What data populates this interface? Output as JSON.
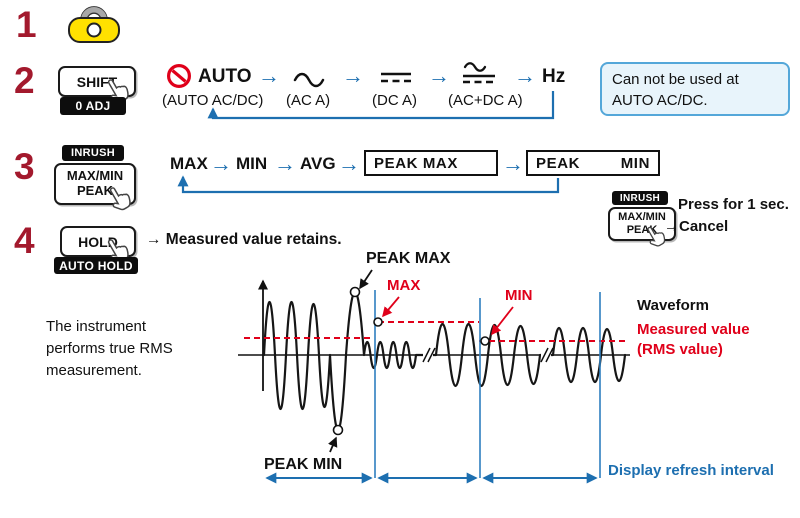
{
  "colors": {
    "step_number": "#a3192d",
    "accent_blue": "#1d6fb0",
    "accent_red": "#e0001a",
    "note_box_bg": "#e8f4fb",
    "note_box_border": "#54a7d9"
  },
  "symbols": {
    "arrow": "→"
  },
  "icons": [
    "clamp-sensor-icon",
    "prohibited-icon",
    "ac-wave-icon",
    "dc-lines-icon",
    "ac-dc-lines-icon",
    "hand-pointer-icon"
  ],
  "steps": {
    "s1": {
      "num": "1"
    },
    "s2": {
      "num": "2",
      "shift_button": "SHIFT",
      "zero_adj_badge": "0 ADJ",
      "auto_label": "AUTO",
      "hz_label": "Hz",
      "mode_labels": [
        "(AUTO AC/DC)",
        "(AC A)",
        "(DC A)",
        "(AC+DC A)"
      ],
      "note_box": "Can not be used at\nAUTO AC/DC."
    },
    "s3": {
      "num": "3",
      "inrush_badge": "INRUSH",
      "button_label": "MAX/MIN\nPEAK",
      "seq_labels": [
        "MAX",
        "MIN",
        "AVG"
      ],
      "peak_max_box": "PEAK MAX",
      "peak_min_box": {
        "left": "PEAK",
        "right": "MIN"
      },
      "small_inrush_badge": "INRUSH",
      "small_button_label": "MAX/MIN\nPEAK",
      "press_note": "Press for 1 sec.",
      "cancel_note": "→Cancel"
    },
    "s4": {
      "num": "4",
      "hold_button": "HOLD",
      "auto_hold_badge": "AUTO HOLD",
      "retains_text": "→ Measured value retains."
    }
  },
  "left_note": "The instrument\nperforms true RMS\nmeasurement.",
  "waveform": {
    "peak_max_label": "PEAK MAX",
    "max_label": "MAX",
    "min_label": "MIN",
    "peak_min_label": "PEAK MIN",
    "waveform_label": "Waveform",
    "measured_value_label": "Measured value\n(RMS value)",
    "refresh_interval_label": "Display refresh interval"
  }
}
